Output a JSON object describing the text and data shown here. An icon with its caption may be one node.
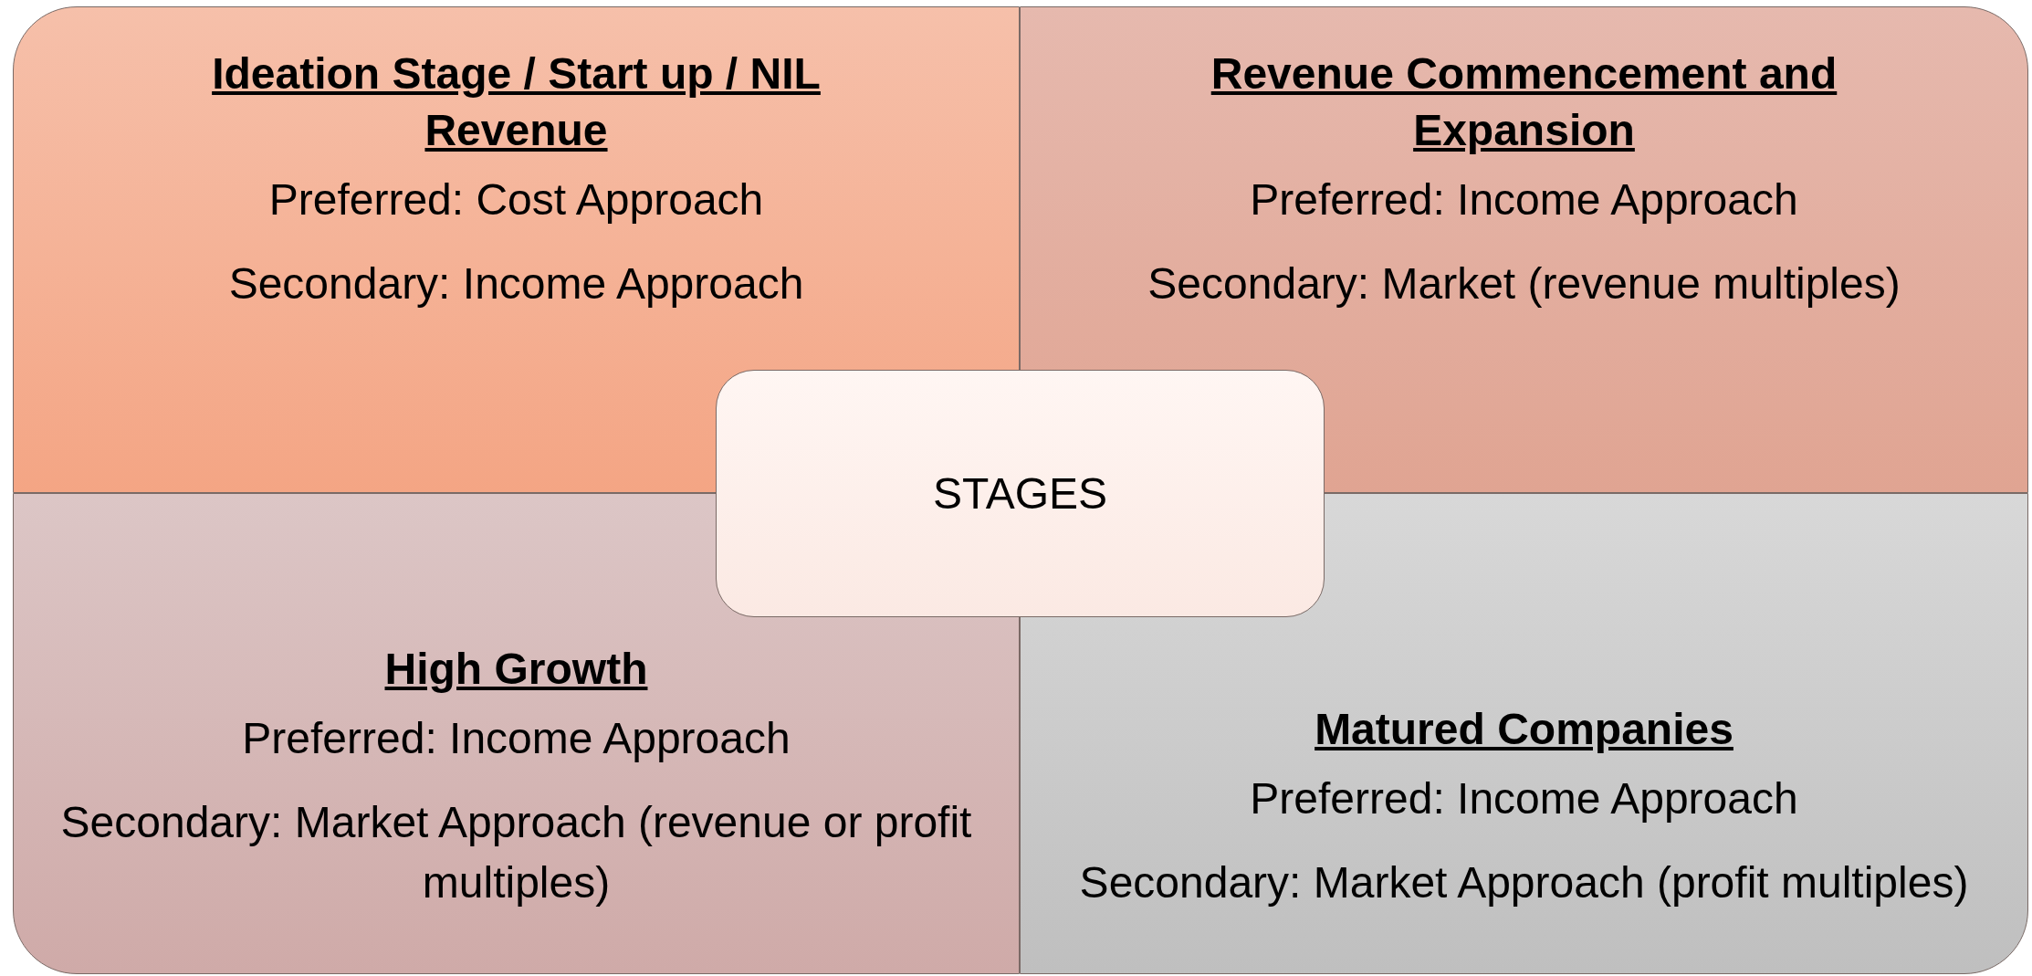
{
  "diagram": {
    "nodes": [
      {
        "text": [
          "Ideation Stage / Start up / NIL Revenue",
          "Preferred: Cost Approach",
          "Secondary: Income Approach"
        ]
      },
      {
        "text": [
          "Revenue Commencement and Expansion",
          "Preferred: Income Approach",
          "Secondary: Market (revenue multiples)"
        ]
      },
      {
        "text": [
          "STAGES"
        ]
      },
      {
        "text": [
          "High Growth",
          "Preferred: Income Approach",
          "Secondary: Market Approach (revenue or profit multiples)"
        ]
      },
      {
        "text": [
          "Matured Companies",
          "Preferred: Income Approach",
          "Secondary: Market Approach (profit multiples)"
        ]
      }
    ],
    "edges": []
  }
}
